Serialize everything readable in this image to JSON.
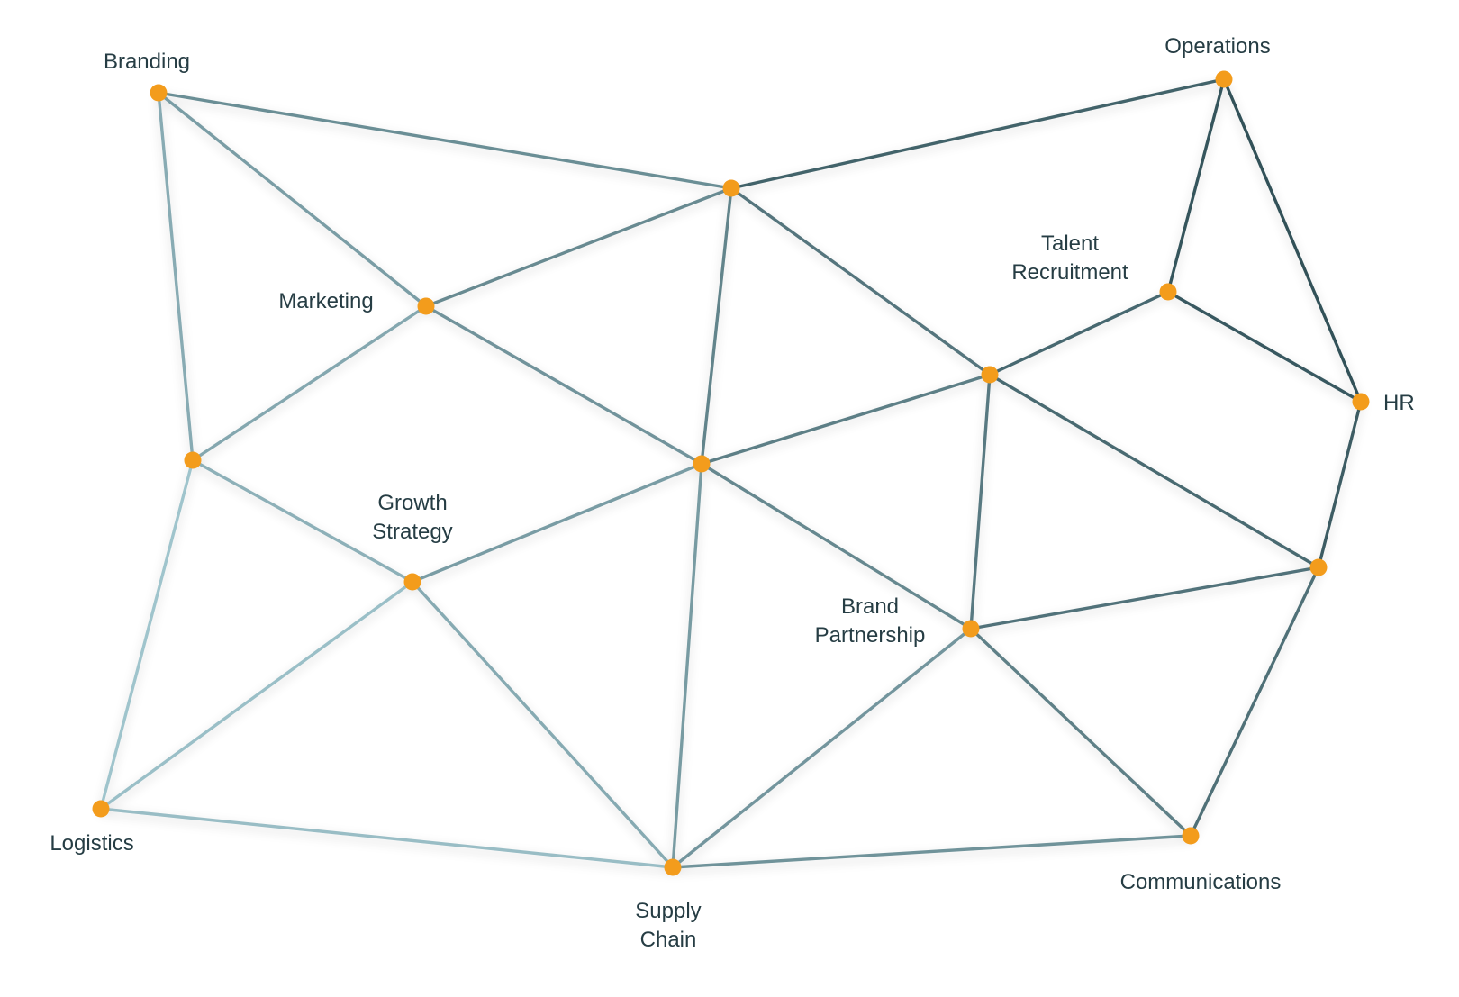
{
  "colors": {
    "node": "#f39c1c",
    "label": "#263d44",
    "edge_light": "#a8cdd5",
    "edge_dark": "#26454c"
  },
  "nodes": [
    {
      "id": "branding",
      "label": [
        "Branding"
      ]
    },
    {
      "id": "operations",
      "label": [
        "Operations"
      ]
    },
    {
      "id": "hub",
      "label": []
    },
    {
      "id": "marketing",
      "label": [
        "Marketing"
      ]
    },
    {
      "id": "talent",
      "label": [
        "Talent",
        "Recruitment"
      ]
    },
    {
      "id": "mid-right",
      "label": []
    },
    {
      "id": "hr",
      "label": [
        "HR"
      ]
    },
    {
      "id": "left-mid",
      "label": []
    },
    {
      "id": "center",
      "label": []
    },
    {
      "id": "growth",
      "label": [
        "Growth",
        "Strategy"
      ]
    },
    {
      "id": "right-low",
      "label": []
    },
    {
      "id": "brand-partnership",
      "label": [
        "Brand",
        "Partnership"
      ]
    },
    {
      "id": "logistics",
      "label": [
        "Logistics"
      ]
    },
    {
      "id": "supply-chain",
      "label": [
        "Supply",
        "Chain"
      ]
    },
    {
      "id": "communications",
      "label": [
        "Communications"
      ]
    }
  ],
  "edges": [
    [
      "branding",
      "hub"
    ],
    [
      "branding",
      "marketing"
    ],
    [
      "branding",
      "left-mid"
    ],
    [
      "hub",
      "operations"
    ],
    [
      "hub",
      "marketing"
    ],
    [
      "hub",
      "center"
    ],
    [
      "hub",
      "mid-right"
    ],
    [
      "operations",
      "talent"
    ],
    [
      "operations",
      "hr"
    ],
    [
      "talent",
      "mid-right"
    ],
    [
      "talent",
      "hr"
    ],
    [
      "marketing",
      "left-mid"
    ],
    [
      "marketing",
      "center"
    ],
    [
      "mid-right",
      "center"
    ],
    [
      "mid-right",
      "brand-partnership"
    ],
    [
      "mid-right",
      "right-low"
    ],
    [
      "hr",
      "right-low"
    ],
    [
      "left-mid",
      "growth"
    ],
    [
      "left-mid",
      "logistics"
    ],
    [
      "center",
      "growth"
    ],
    [
      "center",
      "brand-partnership"
    ],
    [
      "center",
      "supply-chain"
    ],
    [
      "growth",
      "logistics"
    ],
    [
      "growth",
      "supply-chain"
    ],
    [
      "right-low",
      "brand-partnership"
    ],
    [
      "right-low",
      "communications"
    ],
    [
      "brand-partnership",
      "supply-chain"
    ],
    [
      "brand-partnership",
      "communications"
    ],
    [
      "logistics",
      "supply-chain"
    ],
    [
      "supply-chain",
      "communications"
    ]
  ]
}
